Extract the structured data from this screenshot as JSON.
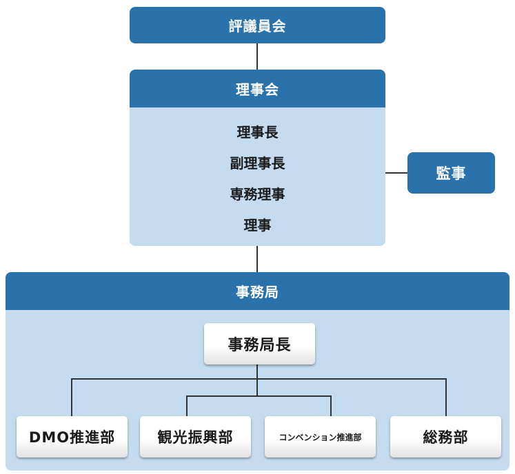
{
  "council": {
    "label": "評議員会"
  },
  "board": {
    "label": "理事会",
    "members": [
      "理事長",
      "副理事長",
      "専務理事",
      "理事"
    ]
  },
  "auditor": {
    "label": "監事"
  },
  "secretariat": {
    "label": "事務局",
    "director": "事務局長",
    "departments": [
      "DMO推進部",
      "観光振興部",
      "コンベンション推進部",
      "総務部"
    ]
  },
  "colors": {
    "header_blue": "#2a72ac",
    "panel_light_blue": "#c5dbef",
    "connector": "#333333"
  }
}
